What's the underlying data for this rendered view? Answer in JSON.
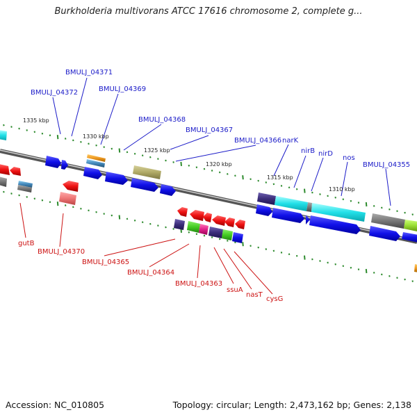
{
  "title": "Burkholderia multivorans ATCC 17616 chromosome 2, complete g...",
  "footer": {
    "accession": "Accession: NC_010805",
    "info": "Topology: circular; Length: 2,473,162 bp; Genes: 2,138"
  },
  "colors": {
    "forward_label": "#1a1ac8",
    "reverse_label": "#cc1111",
    "backbone": "#808080",
    "tick": "#2e8b2e",
    "gene_blue": "#1010e8",
    "gene_red": "#ee1111",
    "gene_cyan": "#22e0e8",
    "gene_navy": "#3c2e7a",
    "gene_olive": "#b0aa66",
    "gene_green": "#44cc22",
    "gene_magenta": "#e0228a",
    "gene_gray": "#777777",
    "gene_lime": "#99dd33",
    "gene_orange": "#ee9922",
    "gene_salmon": "#ee7777"
  },
  "scale_labels": [
    {
      "text": "1335 kbp"
    },
    {
      "text": "1330 kbp"
    },
    {
      "text": "1325 kbp"
    },
    {
      "text": "1320 kbp"
    },
    {
      "text": "1315 kbp"
    },
    {
      "text": "1310 kbp"
    }
  ],
  "forward_genes": [
    "BMULJ_04371",
    "BMULJ_04372",
    "BMULJ_04369",
    "BMULJ_04368",
    "BMULJ_04367",
    "BMULJ_04366",
    "narK",
    "nirB",
    "nirD",
    "nos",
    "BMULJ_04355"
  ],
  "reverse_genes": [
    "gutB",
    "BMULJ_04370",
    "BMULJ_04365",
    "BMULJ_04364",
    "BMULJ_04363",
    "ssuA",
    "nasT",
    "cysG"
  ]
}
